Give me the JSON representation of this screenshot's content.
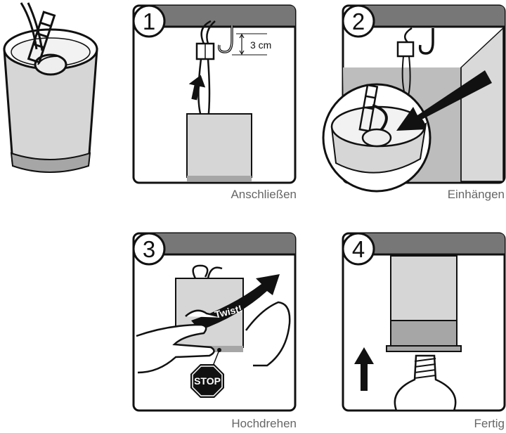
{
  "steps": [
    {
      "number": "1",
      "caption": "Anschließen"
    },
    {
      "number": "2",
      "caption": "Einhängen"
    },
    {
      "number": "3",
      "caption": "Hochdrehen"
    },
    {
      "number": "4",
      "caption": "Fertig"
    }
  ],
  "labels": {
    "distance": "3 cm",
    "twist": "Twist!",
    "stop": "STOP"
  },
  "colors": {
    "shade_gray": "#d6d6d6",
    "band_gray": "#a6a6a6",
    "header_gray": "#777777",
    "wall_gray": "#bdbdbd"
  }
}
